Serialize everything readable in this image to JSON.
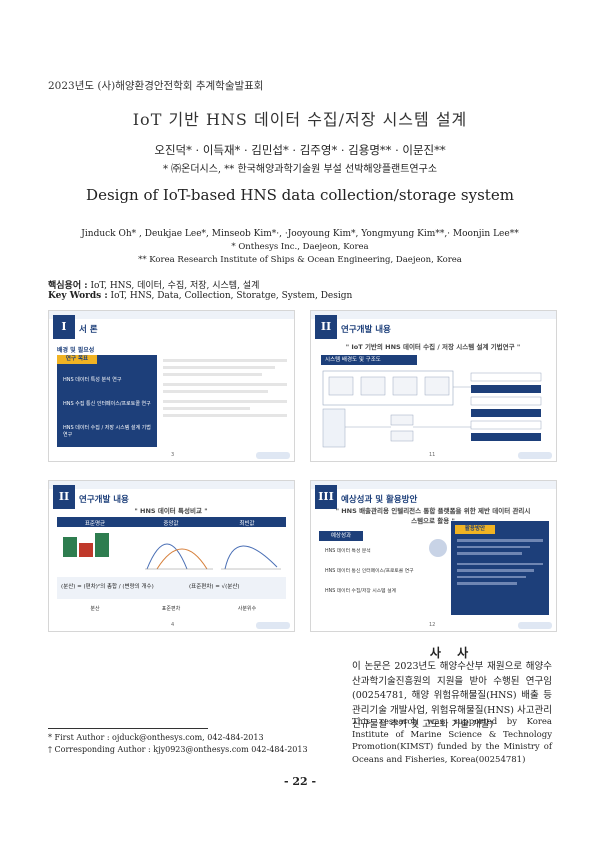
{
  "header": "2023년도 (사)해양환경안전학회 추계학술발표회",
  "title_ko": "IoT 기반 HNS 데이터 수집/저장 시스템 설계",
  "authors_ko": "오진덕* · 이득재* · 김민섭* · 김주영* · 김용명** · 이문진**",
  "affiliation_ko": "* ㈜온더시스, ** 한국해양과학기술원 부설 선박해양플랜트연구소",
  "title_en": "Design of IoT-based HNS data collection/storage system",
  "authors_en": "Jinduck Oh* , Deukjae Lee*, Minseob Kim*·, ·Jooyoung Kim*, Yongmyung Kim**,· Moonjin Lee**",
  "affiliation_en_1": "* Onthesys Inc., Daejeon, Korea",
  "affiliation_en_2": "** Korea Research Institute of Ships & Ocean Engineering, Daejeon, Korea",
  "keywords_ko_label": "핵심용어 :",
  "keywords_ko": "IoT, HNS, 데이터, 수집, 저장, 시스템, 설계",
  "keywords_en_label": "Key Words :",
  "keywords_en": "IoT, HNS, Data, Collection, Storatge, System, Design",
  "slides": [
    {
      "roman": "I",
      "title": "서 론",
      "section": "배경 및 필요성",
      "box_title": "연구 목표",
      "items": [
        "HNS 데이터 특성 분석 연구",
        "HNS 수집 통신 인터페이스/프로토콜 연구",
        "HNS 데이터 수집 / 저장 시스템 설계 기법 연구"
      ],
      "page": "3"
    },
    {
      "roman": "II",
      "title": "연구개발 내용",
      "quote": "\" IoT 기반의 HNS 데이터 수집 / 저장 시스템 설계 기법연구 \"",
      "section": "시스템 배경도 및 구조도",
      "page": "11"
    },
    {
      "roman": "II",
      "title": "연구개발 내용",
      "quote": "\" HNS 데이터 특성비교 \"",
      "columns": [
        "표준명균",
        "중앙값",
        "최빈값"
      ],
      "bottom_labels": [
        "분산",
        "표준편차",
        "사분위수"
      ],
      "formula_1": "(분산) = (편차)²의 총합 / (변량의 개수)",
      "formula_2": "(표준편차) = √(분산)",
      "page": "4"
    },
    {
      "roman": "III",
      "title": "예상성과 및 활용방안",
      "quote": "\" HNS 배출관리용 인텔리전스 통합 플랫폼을 위한 제반 데이터 관리시스템으로 활용 \"",
      "section_left": "예상성과",
      "section_right": "활용방안",
      "items": [
        "HNS 데이터 특성 분석",
        "HNS 데이터 통신 인터페이스/프로토콜 연구",
        "HNS 데이터 수집/저장 시스템 설계"
      ],
      "page": "12"
    }
  ],
  "ack_title": "사 사",
  "ack_ko": "이 논문은 2023년도 해양수산부 재원으로 해양수산과학기술진흥원의 지원을 받아 수행된 연구임(00254781, 해양 위험유해물질(HNS) 배출 등 관리기술 개발사업, 위험유해물질(HNS) 사고관리 신규물질 추가 및 고도화 기술 개발)",
  "ack_en": "This research was supported by Korea Institute of Marine Science & Technology Promotion(KIMST) funded by the Ministry of Oceans and Fisheries, Korea(00254781)",
  "footnote_1": "* First Author : ojduck@onthesys.com, 042-484-2013",
  "footnote_2": "† Corresponding Author : kjy0923@onthesys.com 042-484-2013",
  "page_number": "- 22 -"
}
